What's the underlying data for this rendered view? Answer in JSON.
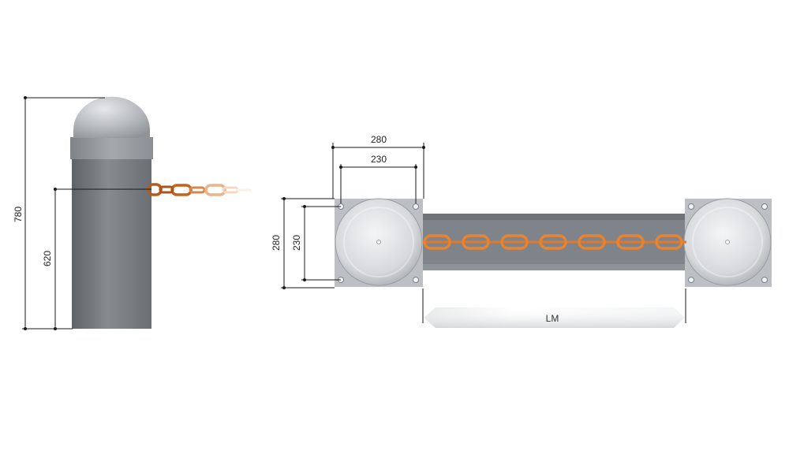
{
  "dimensions": {
    "post_total_height": "780",
    "chain_height": "620",
    "plate_width_outer": "280",
    "bolt_spacing_width": "230",
    "plate_height_outer": "280",
    "bolt_spacing_height": "230",
    "span_label": "LM"
  },
  "colors": {
    "post": "#7d8287",
    "post_dark": "#61666b",
    "dome": "#c9cdd1",
    "plate": "#b9bdc2",
    "channel": "#80858b",
    "chain": "#e5822f",
    "chain_dark": "#b95f1a"
  }
}
